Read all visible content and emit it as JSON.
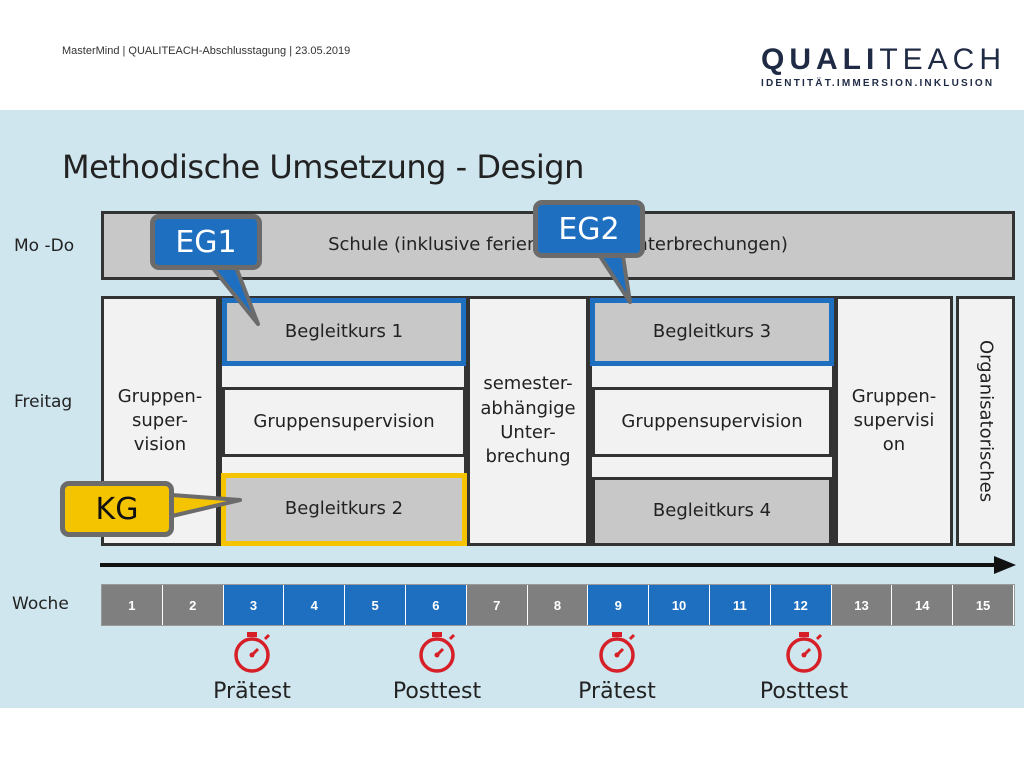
{
  "header": {
    "text": "MasterMind | QUALITEACH-Abschlusstagung | 23.05.2019"
  },
  "logo": {
    "brand_bold": "QUALI",
    "brand_light": "TEACH",
    "tagline": "IDENTITÄT.IMMERSION.INKLUSION"
  },
  "title": "Methodische Umsetzung - Design",
  "rows": {
    "mo_do": "Mo -Do",
    "freitag": "Freitag",
    "woche": "Woche"
  },
  "schule": "Schule (inklusive ferien-              unterbrechungen)",
  "blocks": {
    "gruppen_left": [
      "Gruppen-",
      "super-",
      "vision"
    ],
    "begleit1": "Begleitkurs 1",
    "gs1": "Gruppensupervision",
    "begleit2": "Begleitkurs 2",
    "semester": [
      "semester-",
      "abhängige",
      "Unter-",
      "brechung"
    ],
    "begleit3": "Begleitkurs 3",
    "gs2": "Gruppensupervision",
    "begleit4": "Begleitkurs 4",
    "gruppen_right": [
      "Gruppen-",
      "supervisi",
      "on"
    ],
    "organisatorisches": "Organisatorisches"
  },
  "callouts": {
    "eg1": "EG1",
    "eg2": "EG2",
    "kg": "KG"
  },
  "weeks": [
    {
      "n": "1",
      "blue": false
    },
    {
      "n": "2",
      "blue": false
    },
    {
      "n": "3",
      "blue": true
    },
    {
      "n": "4",
      "blue": true
    },
    {
      "n": "5",
      "blue": true
    },
    {
      "n": "6",
      "blue": true
    },
    {
      "n": "7",
      "blue": false
    },
    {
      "n": "8",
      "blue": false
    },
    {
      "n": "9",
      "blue": true
    },
    {
      "n": "10",
      "blue": true
    },
    {
      "n": "11",
      "blue": true
    },
    {
      "n": "12",
      "blue": true
    },
    {
      "n": "13",
      "blue": false
    },
    {
      "n": "14",
      "blue": false
    },
    {
      "n": "15",
      "blue": false
    }
  ],
  "tests": [
    "Prätest",
    "Posttest",
    "Prätest",
    "Posttest"
  ],
  "colors": {
    "panel": "#cfe6ef",
    "blue": "#1f6fc1",
    "gold": "#f5c400",
    "gray_week": "#7f7f7f",
    "clock_red": "#d61f26"
  }
}
